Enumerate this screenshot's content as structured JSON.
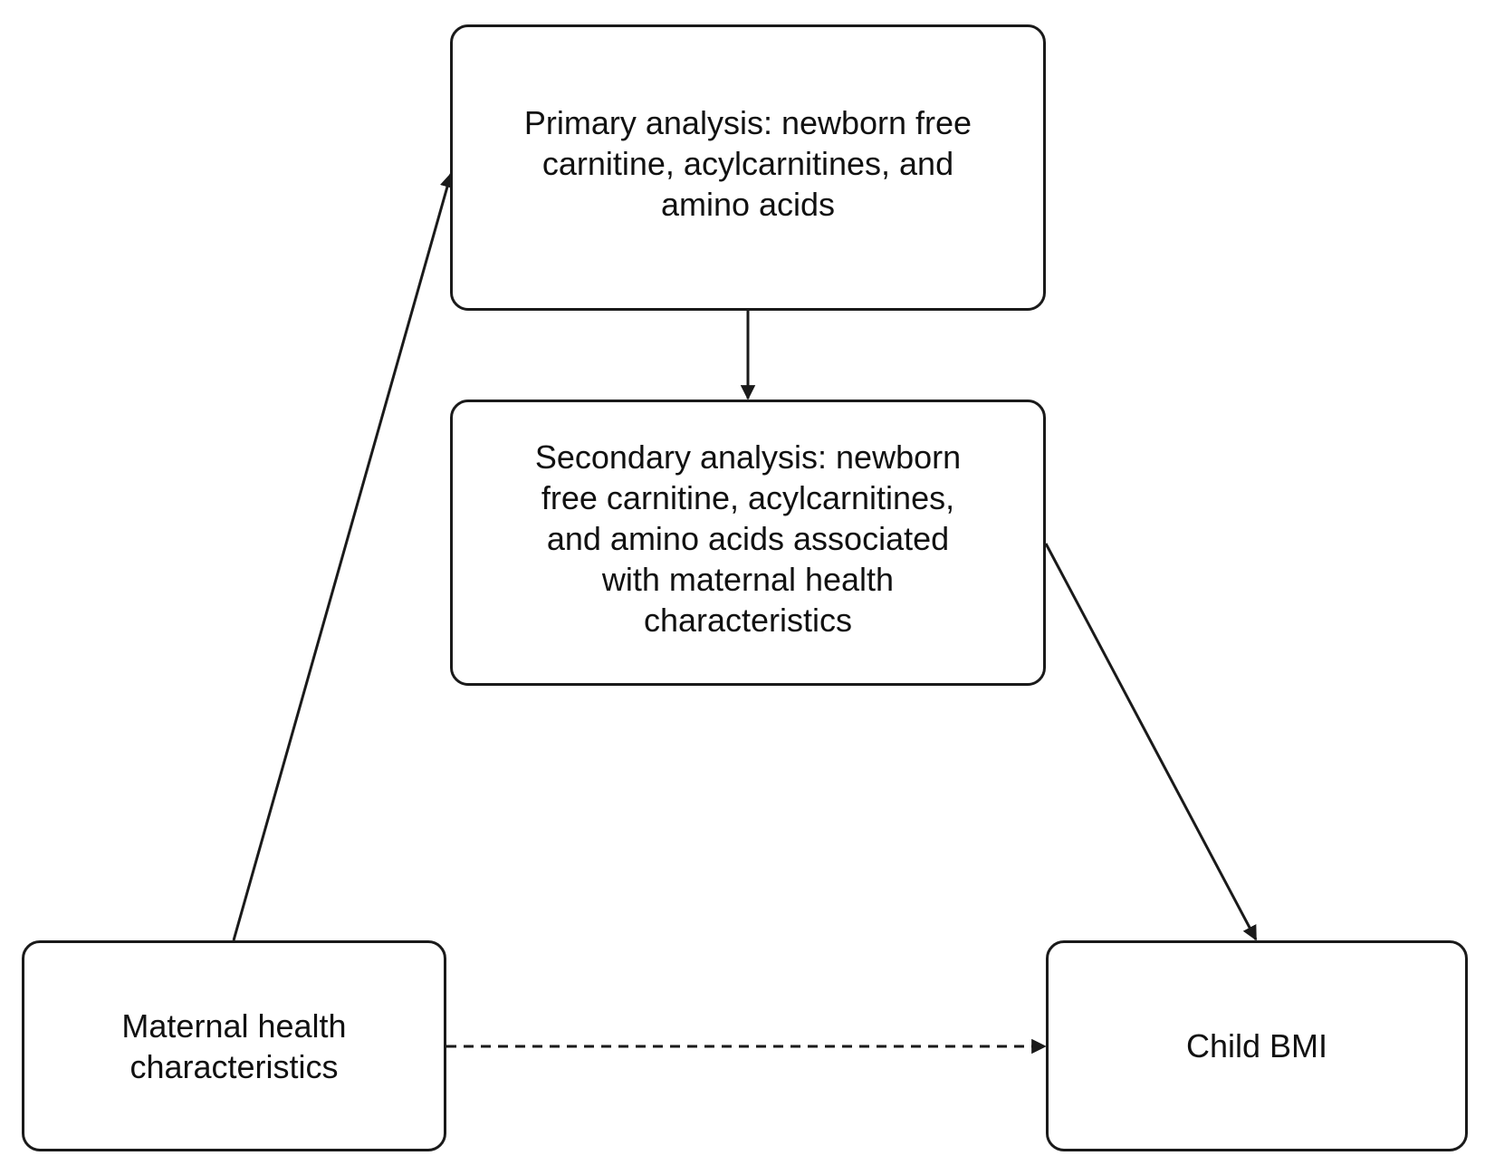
{
  "diagram": {
    "nodes": {
      "primary": "Primary analysis: newborn free\ncarnitine, acylcarnitines, and\namino acids",
      "secondary": "Secondary analysis: newborn\nfree carnitine, acylcarnitines,\nand amino acids associated\nwith maternal health\ncharacteristics",
      "maternal": "Maternal health\ncharacteristics",
      "child": "Child BMI"
    },
    "edges": [
      {
        "from": "maternal",
        "to": "primary",
        "style": "solid"
      },
      {
        "from": "primary",
        "to": "secondary",
        "style": "solid"
      },
      {
        "from": "secondary",
        "to": "child",
        "style": "solid"
      },
      {
        "from": "maternal",
        "to": "child",
        "style": "dashed"
      }
    ],
    "colors": {
      "stroke": "#1a1a1a",
      "background": "#ffffff"
    }
  }
}
